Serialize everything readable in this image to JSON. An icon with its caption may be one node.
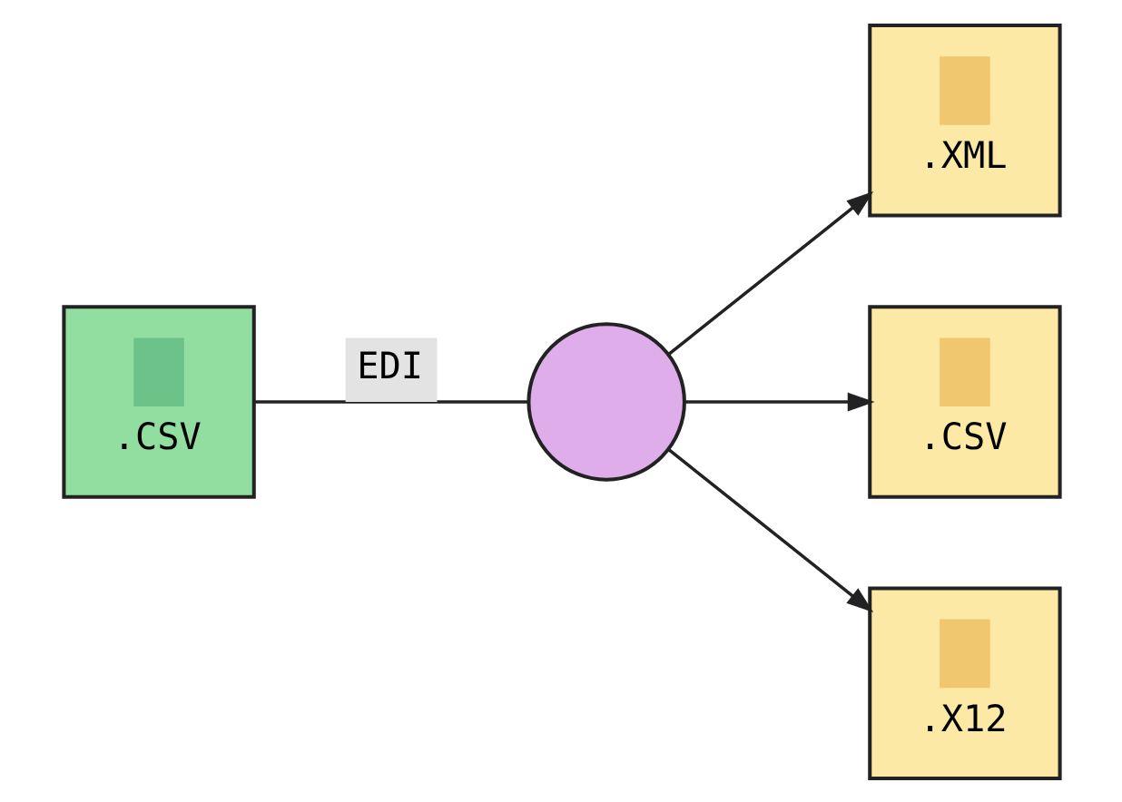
{
  "diagram": {
    "nodes": [
      {
        "text": [
          ".CSV"
        ]
      },
      {
        "text": [],
        "shape": "circle"
      },
      {
        "text": [
          ".XML"
        ]
      },
      {
        "text": [
          ".CSV"
        ]
      },
      {
        "text": [
          ".X12"
        ]
      }
    ],
    "edges": [
      {
        "from": 0,
        "to": 1,
        "arrow": "none",
        "label": "EDI"
      },
      {
        "from": 1,
        "to": 2,
        "arrow": "to"
      },
      {
        "from": 1,
        "to": 3,
        "arrow": "to"
      },
      {
        "from": 1,
        "to": 4,
        "arrow": "to"
      }
    ]
  }
}
